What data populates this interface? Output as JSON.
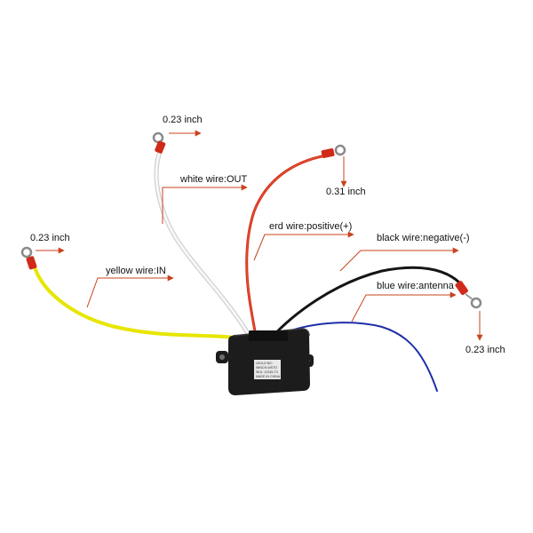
{
  "labels": {
    "white_wire": "white wire:OUT",
    "red_wire": "erd wire:positive(+)",
    "black_wire": "black wire:negative(-)",
    "blue_wire": "blue wire:antenna",
    "yellow_wire": "yellow wire:IN",
    "white_size": "0.23 inch",
    "red_size": "0.31 inch",
    "yellow_size": "0.23 inch",
    "black_size": "0.23 inch"
  },
  "box_label_lines": [
    "LEIJUJ  N/C",
    "WINCH-WSTO",
    "SKU: 12345-T3",
    "MADE IN CHINA"
  ],
  "colors": {
    "arrow": "#c8431d",
    "yellow_wire": "#e6e600",
    "red_wire": "#d4321a",
    "white_wire": "#f2f2f2",
    "black_wire": "#151515",
    "blue_wire": "#1f2fa8",
    "terminal": "#cf2a1a",
    "control_box": "#1c1c1c",
    "box_sticker": "#e8e8e8"
  }
}
